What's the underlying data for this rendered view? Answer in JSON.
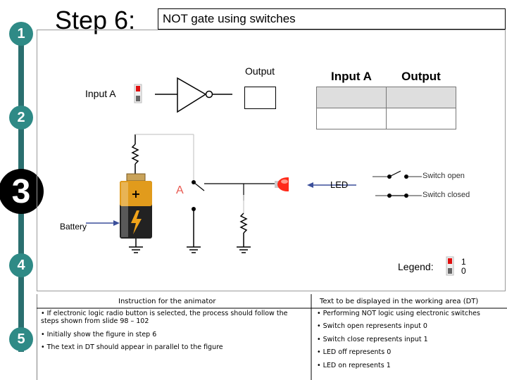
{
  "steps": [
    "1",
    "2",
    "3",
    "4",
    "5"
  ],
  "header": {
    "title": "Step 6:",
    "subtitle": "NOT gate using switches"
  },
  "diagram": {
    "output_label": "Output",
    "input_a_label": "Input A",
    "switch_label": "A",
    "led_label": "LED",
    "battery_label": "Battery",
    "switch_open_label": "Switch open",
    "switch_closed_label": "Switch closed",
    "legend_label": "Legend:",
    "legend_values": [
      "1",
      "0"
    ]
  },
  "truth_table": {
    "headers": [
      "Input A",
      "Output"
    ],
    "rows": [
      [
        "",
        ""
      ],
      [
        "",
        ""
      ]
    ]
  },
  "instructions": {
    "heading": "Instruction for the animator",
    "items": [
      "If electronic logic radio button is selected, the process should follow the steps shown from slide 98 – 102",
      "Initially show the figure in step 6",
      "The text in DT should appear  in parallel to the figure"
    ]
  },
  "working_area": {
    "heading": "Text to be displayed in the working area (DT)",
    "items": [
      "Performing NOT logic using electronic switches",
      "Switch open represents input 0",
      "Switch close represents input 1",
      "LED off represents 0",
      "LED on represents 1"
    ]
  },
  "colors": {
    "rail": "#2a6f6f",
    "step_circle": "#2f8a86",
    "led": "#ff2a1a",
    "arrow": "#3b4f9a",
    "switch_label": "#e8584f",
    "table_fill": "#dedede"
  }
}
